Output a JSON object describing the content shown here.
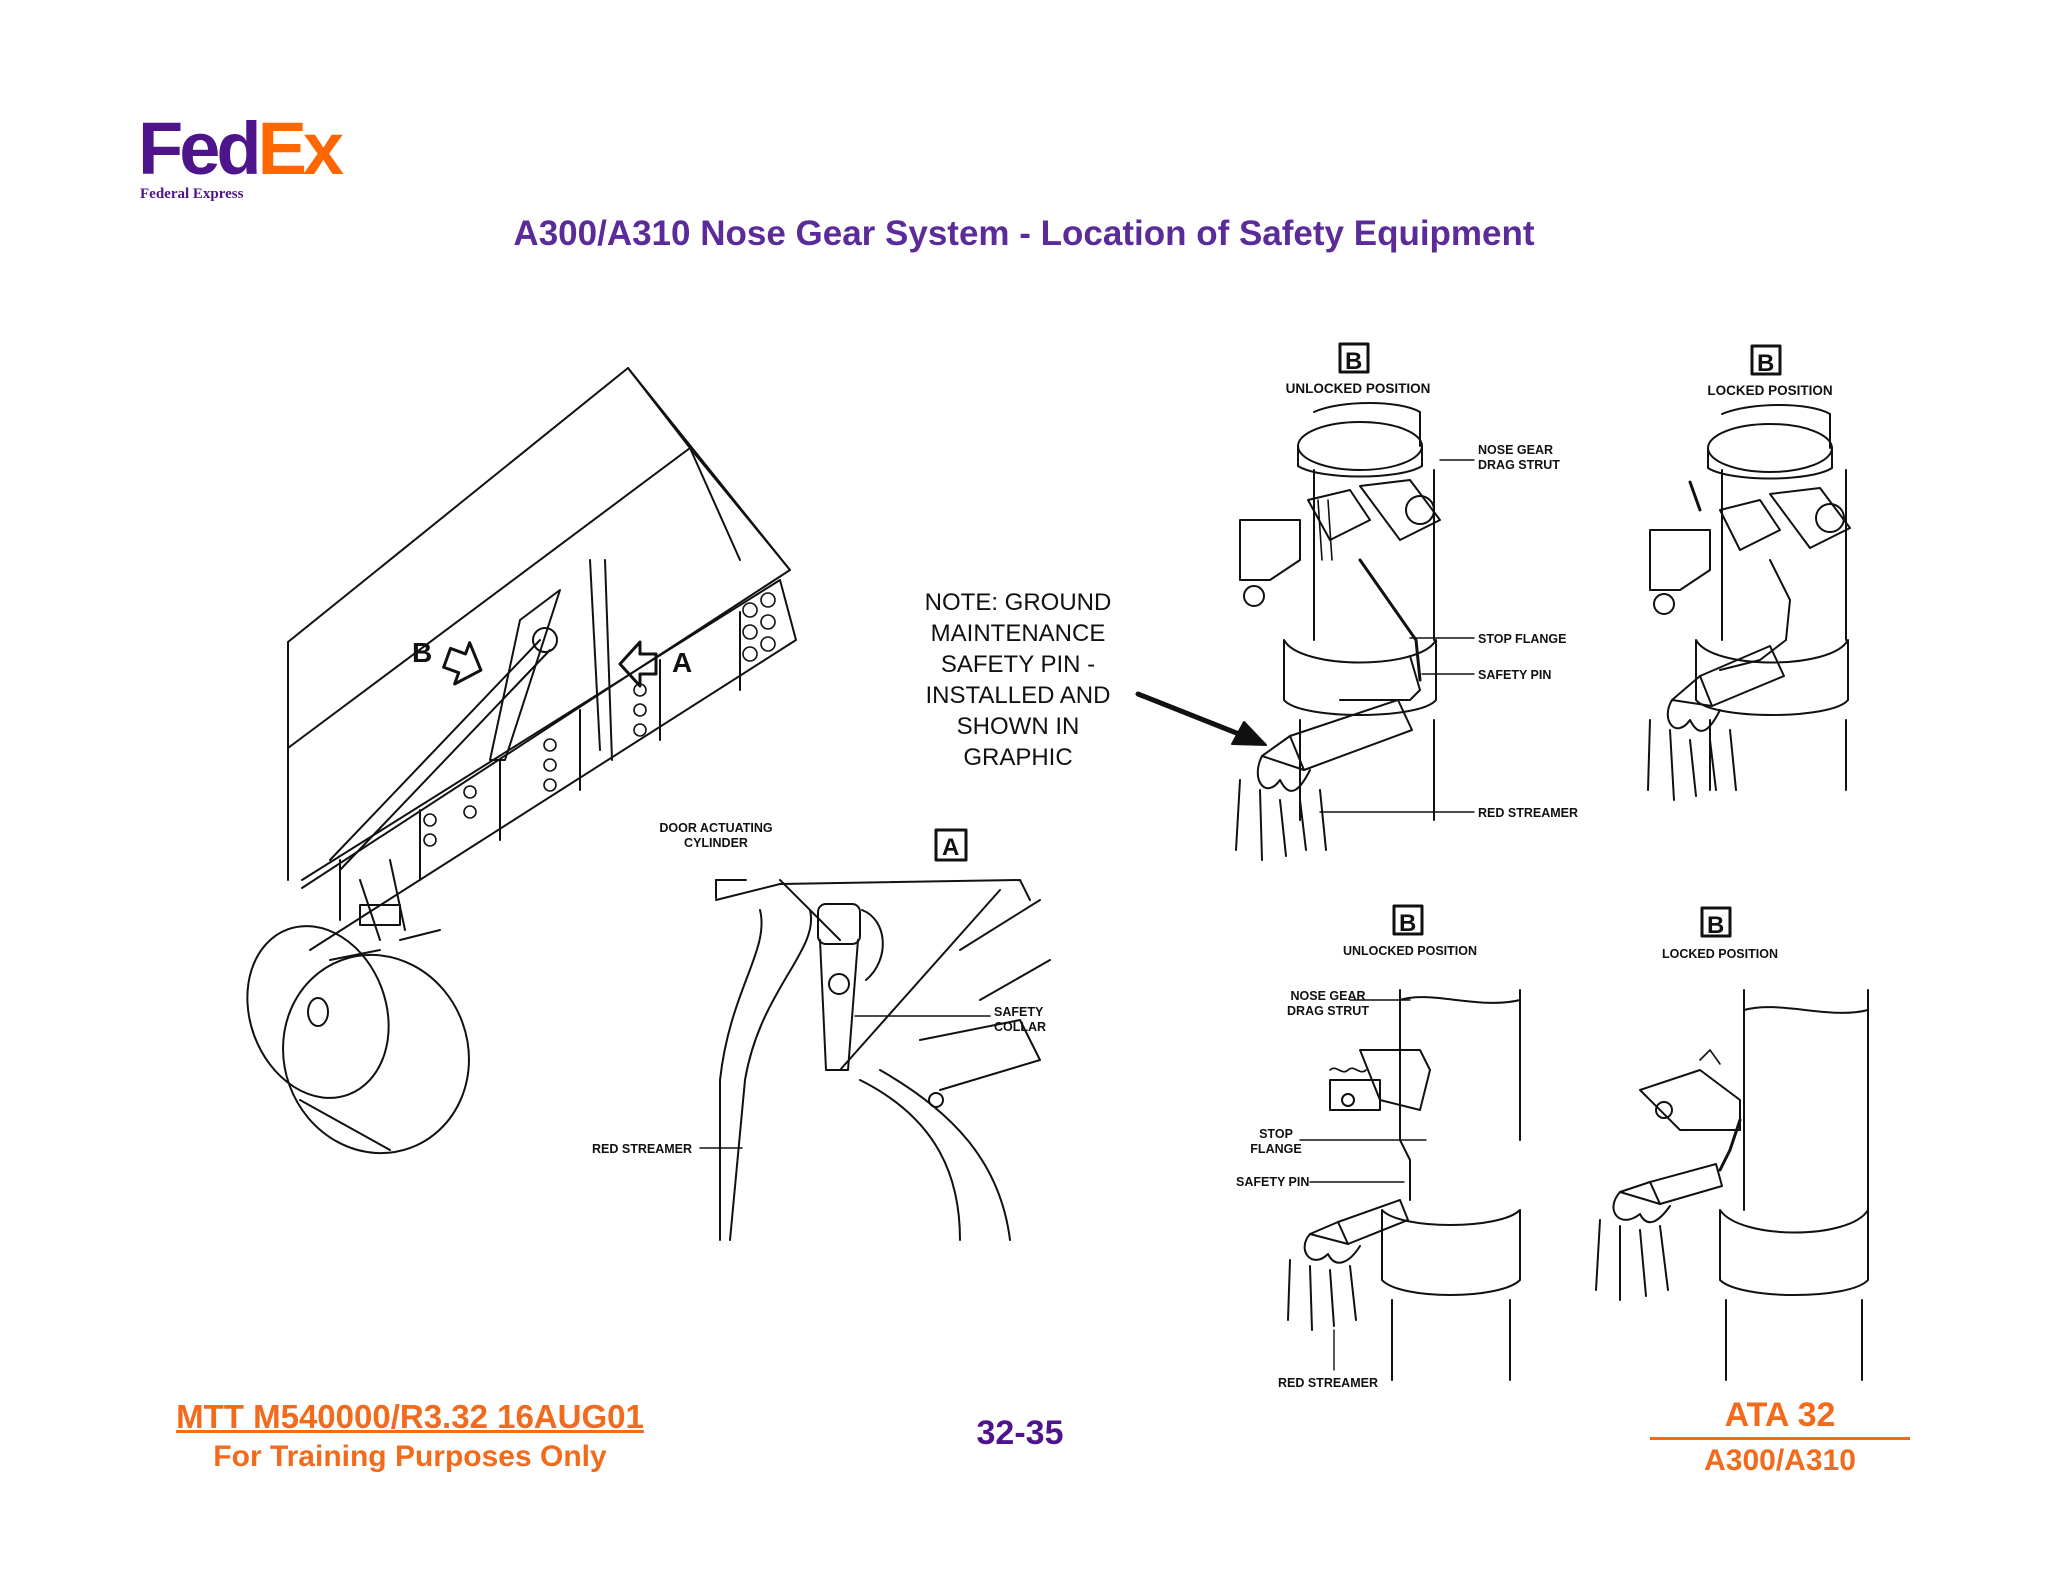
{
  "logo": {
    "fed": "Fed",
    "ex": "Ex",
    "tagline": "Federal Express"
  },
  "title": "A300/A310 Nose Gear System - Location of Safety Equipment",
  "overview": {
    "marker_b": "B",
    "marker_a": "A"
  },
  "detail_a": {
    "box": "A",
    "door_actuating_cylinder": [
      "DOOR ACTUATING",
      "CYLINDER"
    ],
    "safety_collar": [
      "SAFETY",
      "COLLAR"
    ],
    "red_streamer": "RED STREAMER"
  },
  "note": [
    "NOTE: GROUND",
    "MAINTENANCE",
    "SAFETY PIN -",
    "INSTALLED AND",
    "SHOWN IN",
    "GRAPHIC"
  ],
  "detail_b_top_left": {
    "box": "B",
    "caption": "UNLOCKED POSITION",
    "nose_gear_drag_strut": [
      "NOSE GEAR",
      "DRAG STRUT"
    ],
    "stop_flange": "STOP FLANGE",
    "safety_pin": "SAFETY PIN",
    "red_streamer": "RED STREAMER"
  },
  "detail_b_top_right": {
    "box": "B",
    "caption": "LOCKED POSITION"
  },
  "detail_b_bottom_left": {
    "box": "B",
    "caption": "UNLOCKED POSITION",
    "nose_gear_drag_strut": [
      "NOSE GEAR",
      "DRAG STRUT"
    ],
    "stop_flange": [
      "STOP",
      "FLANGE"
    ],
    "safety_pin": "SAFETY PIN",
    "red_streamer": "RED STREAMER"
  },
  "detail_b_bottom_right": {
    "box": "B",
    "caption": "LOCKED POSITION"
  },
  "footer": {
    "doc_ref": "MTT M540000/R3.32 16AUG01",
    "training": "For Training Purposes Only",
    "page": "32-35",
    "ata": "ATA 32",
    "model": "A300/A310"
  },
  "colors": {
    "fedex_purple": "#4d148c",
    "fedex_orange": "#ff6600",
    "title_purple": "#5b2c99",
    "footer_orange": "#f26a1b"
  }
}
